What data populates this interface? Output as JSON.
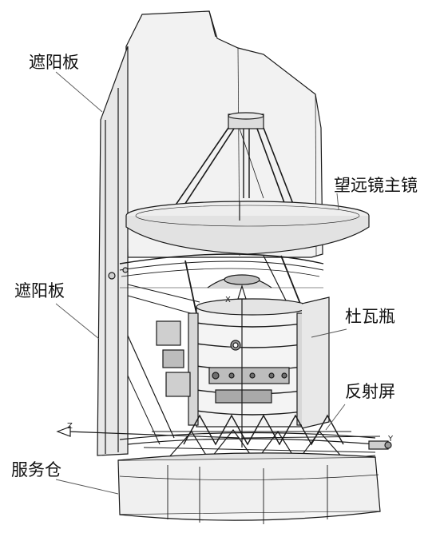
{
  "labels": {
    "sunshield_top": "遮阳板",
    "telescope_primary_mirror": "望远镜主镜",
    "sunshield_mid": "遮阳板",
    "dewar": "杜瓦瓶",
    "reflective_screen": "反射屏",
    "service_module": "服务仓"
  },
  "axes": {
    "x": "X",
    "y": "Y",
    "z": "Z"
  },
  "colors": {
    "line": "#1a1a1a",
    "fill_light": "#e6e6e6",
    "fill_mid": "#cfcfcf",
    "fill_dark": "#9a9a9a"
  }
}
